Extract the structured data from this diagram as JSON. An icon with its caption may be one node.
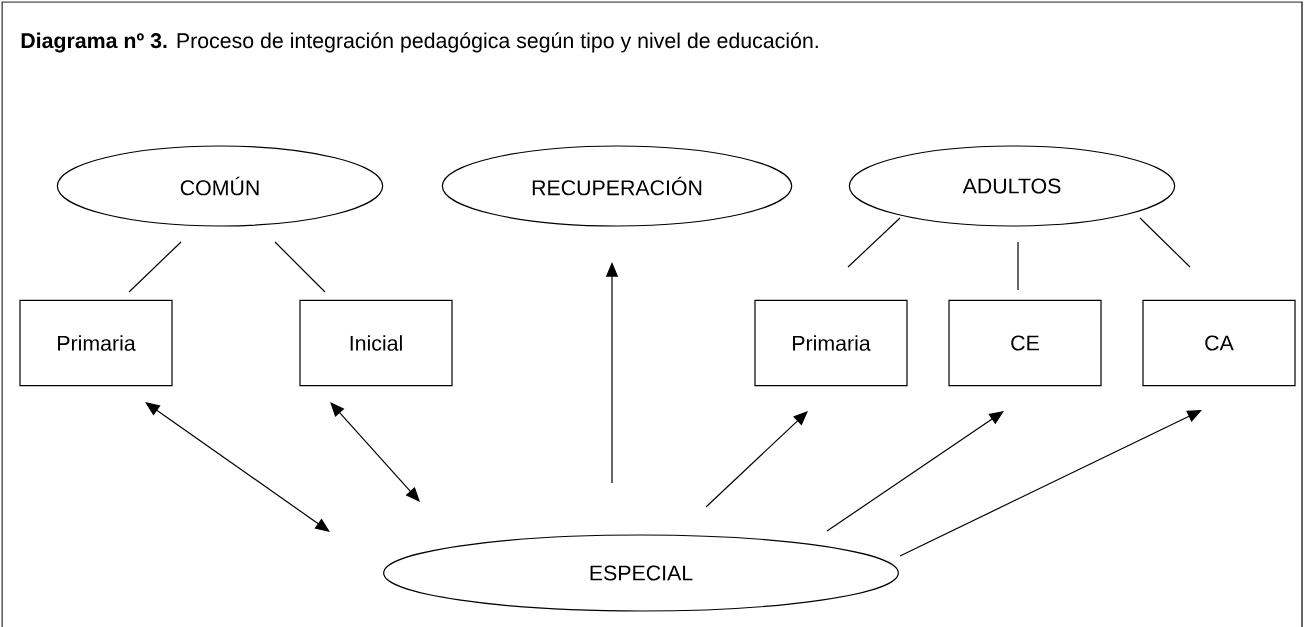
{
  "diagram": {
    "title": "**Diagrama nº 3.** Proceso de integración pedagógica según tipo y nivel de educación.",
    "nodes": [
      {
        "text": [
          "COMÚN"
        ]
      },
      {
        "text": [
          "RECUPERACIÓN"
        ]
      },
      {
        "text": [
          "ADULTOS"
        ]
      },
      {
        "text": [
          "Primaria"
        ]
      },
      {
        "text": [
          "Inicial"
        ]
      },
      {
        "text": [
          "Primaria"
        ]
      },
      {
        "text": [
          "CE"
        ]
      },
      {
        "text": [
          "CA"
        ]
      },
      {
        "text": [
          "ESPECIAL"
        ]
      }
    ],
    "edges": [
      {
        "from": 0,
        "to": 3,
        "arrow": "none"
      },
      {
        "from": 0,
        "to": 4,
        "arrow": "none"
      },
      {
        "from": 2,
        "to": 5,
        "arrow": "none"
      },
      {
        "from": 2,
        "to": 6,
        "arrow": "none"
      },
      {
        "from": 2,
        "to": 7,
        "arrow": "none"
      },
      {
        "from": 8,
        "to": 3,
        "arrow": "both"
      },
      {
        "from": 8,
        "to": 4,
        "arrow": "both"
      },
      {
        "from": 8,
        "to": 1,
        "arrow": "to"
      },
      {
        "from": 8,
        "to": 5,
        "arrow": "to"
      },
      {
        "from": 8,
        "to": 6,
        "arrow": "to"
      },
      {
        "from": 8,
        "to": 7,
        "arrow": "to"
      }
    ]
  }
}
